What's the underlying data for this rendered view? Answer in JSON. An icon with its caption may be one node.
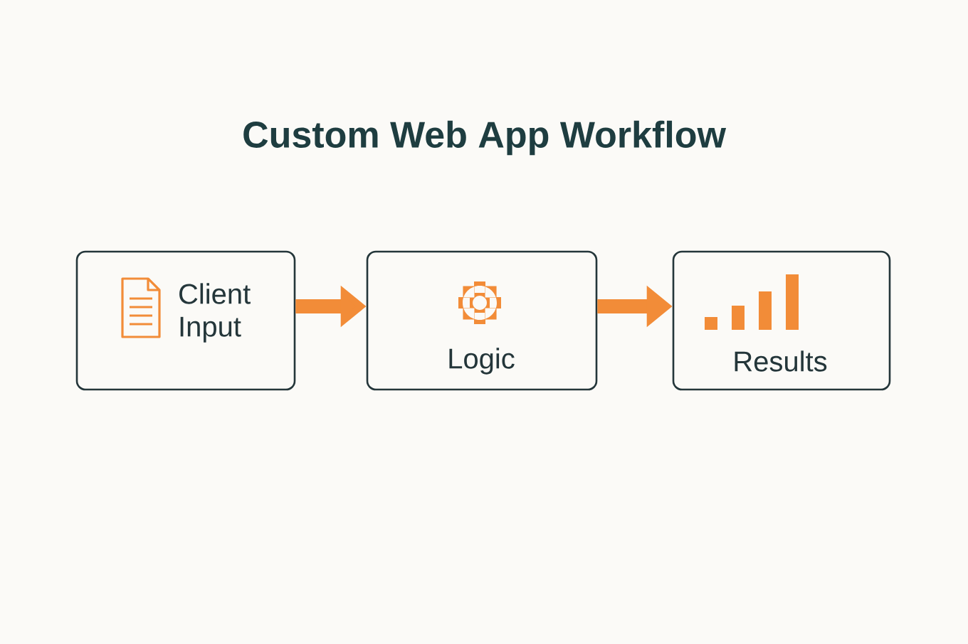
{
  "diagram": {
    "title": "Custom Web App Workflow",
    "nodes": [
      {
        "text": [
          "Client Input"
        ]
      },
      {
        "text": [
          "Logic"
        ]
      },
      {
        "text": [
          "Results"
        ]
      }
    ],
    "edges": [
      {
        "from": 0,
        "to": 1,
        "arrow": "to"
      },
      {
        "from": 1,
        "to": 2,
        "arrow": "to"
      }
    ]
  }
}
